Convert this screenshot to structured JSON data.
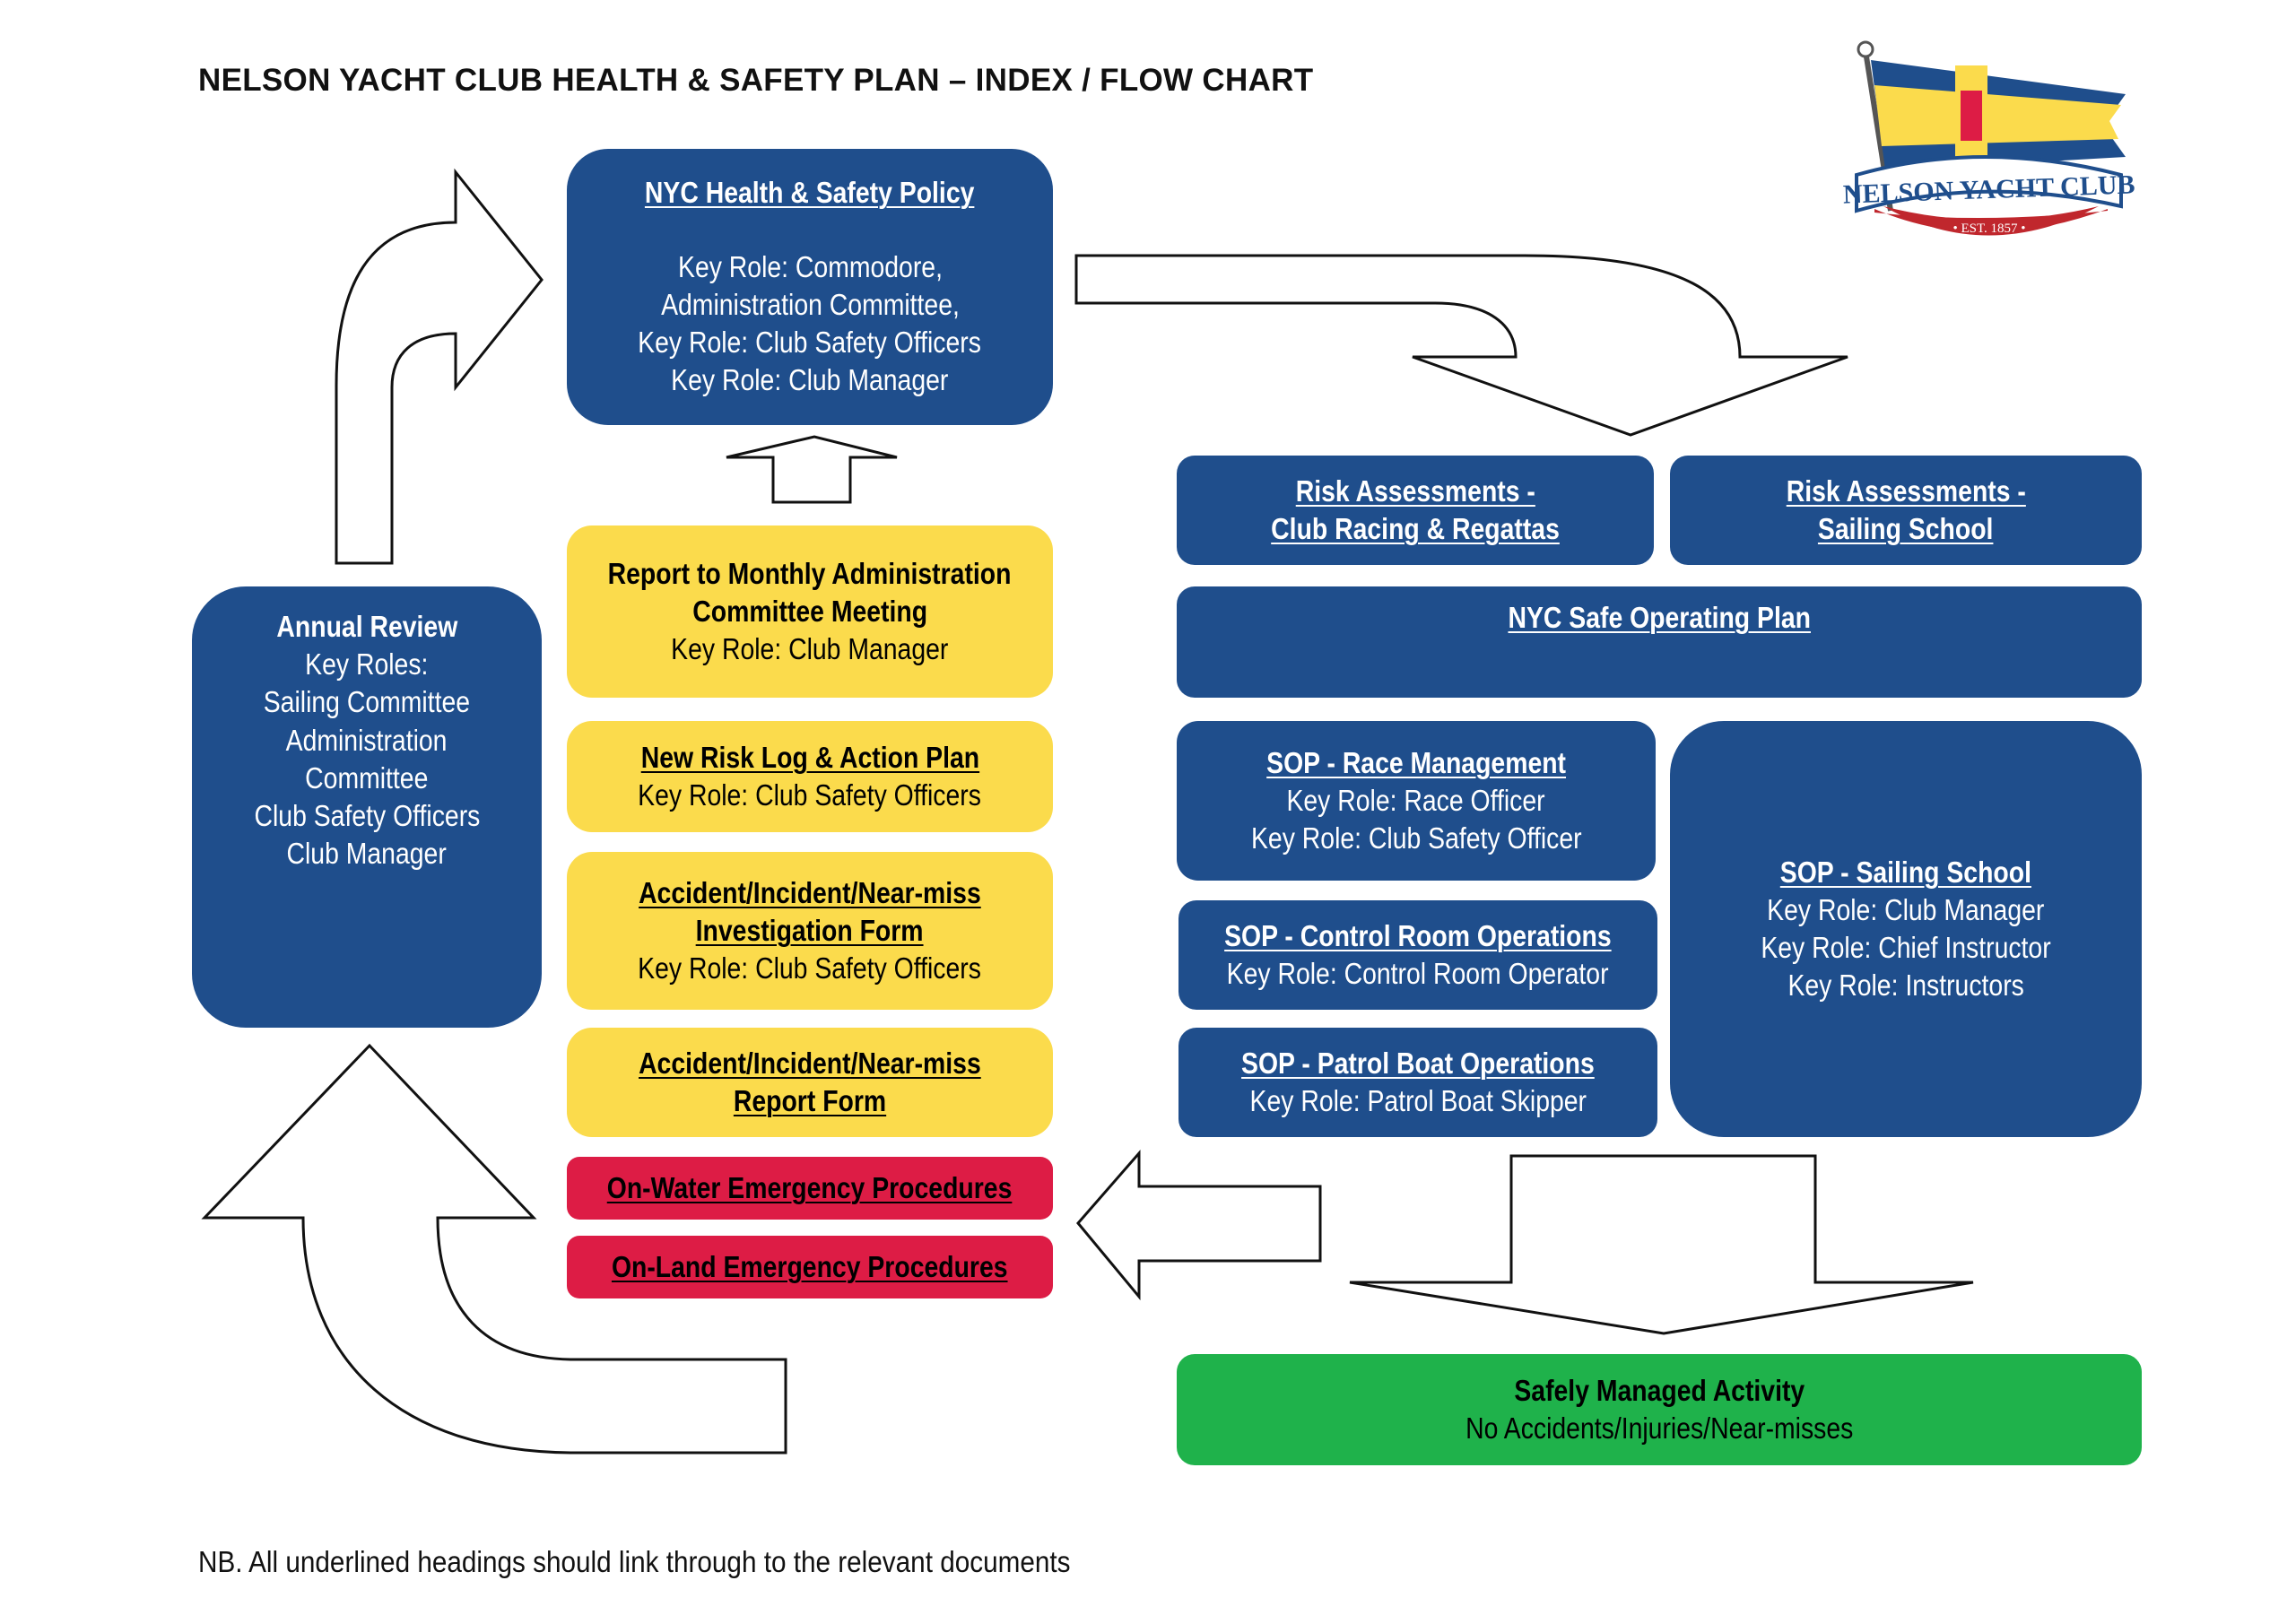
{
  "title": "NELSON YACHT CLUB HEALTH & SAFETY PLAN – INDEX / FLOW CHART",
  "footnote": "NB. All underlined headings should link through to the relevant documents",
  "logo": {
    "text": "NELSON YACHT CLUB",
    "est": "• EST. 1857 •",
    "colors": {
      "flag_yellow": "#fbdb4c",
      "flag_blue": "#1f4e8c",
      "flag_red": "#dd1c45",
      "banner_red": "#c0272d"
    }
  },
  "colors": {
    "blue": "#1f4e8c",
    "yellow": "#fbdb4c",
    "red": "#dd1c45",
    "green": "#1fb24b"
  },
  "policy": {
    "heading": "NYC Health & Safety Policy",
    "lines": [
      "Key Role: Commodore,",
      "Administration Committee,",
      "Key Role: Club Safety Officers",
      "Key Role: Club Manager"
    ]
  },
  "annual_review": {
    "heading": "Annual Review",
    "lines": [
      "Key Roles:",
      "Sailing Committee",
      "Administration",
      "Committee",
      "Club Safety Officers",
      "Club Manager"
    ]
  },
  "monthly_report": {
    "heading_lines": [
      "Report to Monthly Administration",
      "Committee Meeting"
    ],
    "role": "Key Role: Club Manager"
  },
  "risk_log": {
    "heading": "New Risk Log & Action Plan",
    "role": "Key Role: Club Safety Officers"
  },
  "investigation_form": {
    "heading_lines": [
      "Accident/Incident/Near-miss",
      "Investigation Form"
    ],
    "role": "Key Role: Club Safety Officers"
  },
  "report_form": {
    "heading_lines": [
      "Accident/Incident/Near-miss",
      "Report Form"
    ]
  },
  "on_water": {
    "heading": "On-Water Emergency Procedures"
  },
  "on_land": {
    "heading": "On-Land Emergency Procedures"
  },
  "risk_racing": {
    "heading_lines": [
      "Risk Assessments -",
      "Club Racing & Regattas"
    ]
  },
  "risk_school": {
    "heading_lines": [
      "Risk Assessments -",
      "Sailing School"
    ]
  },
  "safe_plan": {
    "heading": "NYC Safe Operating Plan"
  },
  "sop_race": {
    "heading": "SOP - Race Management",
    "lines": [
      "Key Role: Race Officer",
      "Key Role: Club Safety Officer"
    ]
  },
  "sop_control": {
    "heading": "SOP - Control Room Operations",
    "role": "Key Role: Control Room Operator"
  },
  "sop_patrol": {
    "heading": "SOP - Patrol Boat Operations",
    "role": "Key Role: Patrol Boat Skipper"
  },
  "sop_school": {
    "heading": "SOP - Sailing School",
    "lines": [
      "Key Role: Club Manager",
      "Key Role: Chief Instructor",
      "Key Role: Instructors"
    ]
  },
  "safe_activity": {
    "heading": "Safely Managed Activity",
    "subtext": "No Accidents/Injuries/Near-misses"
  }
}
